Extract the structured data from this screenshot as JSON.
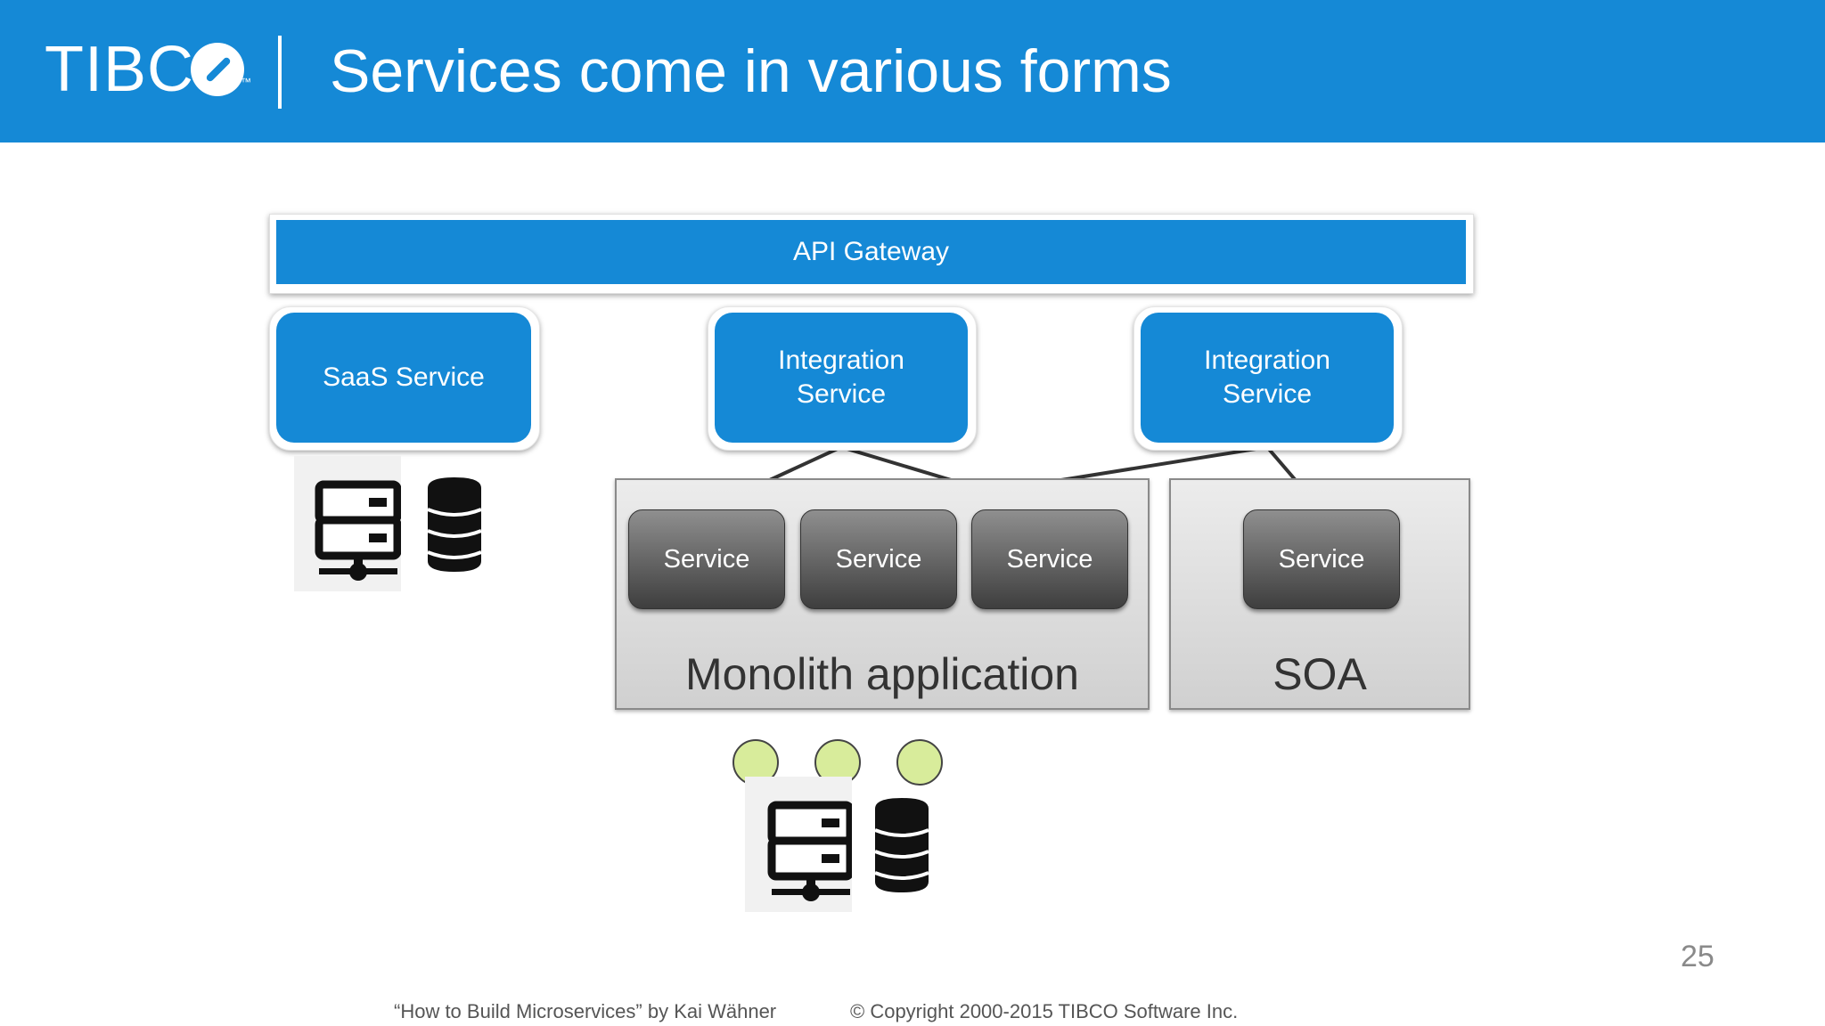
{
  "header": {
    "logo": "TIBC",
    "logo_tm": "™",
    "title": "Services come in various forms"
  },
  "diagram": {
    "gateway_label": "API Gateway",
    "top_services": [
      {
        "label": "SaaS Service"
      },
      {
        "label": "Integration\nService"
      },
      {
        "label": "Integration\nService"
      }
    ],
    "services": [
      "Service",
      "Service",
      "Service",
      "Service"
    ],
    "panels": {
      "monolith": "Monolith application",
      "soa": "SOA"
    }
  },
  "footer": {
    "page_number": "25",
    "credit": "“How to Build Microservices” by Kai Wähner",
    "copyright": "© Copyright 2000-2015 TIBCO Software Inc."
  },
  "colors": {
    "brand_blue": "#1589d6",
    "dot_green": "#d8ec9b"
  }
}
